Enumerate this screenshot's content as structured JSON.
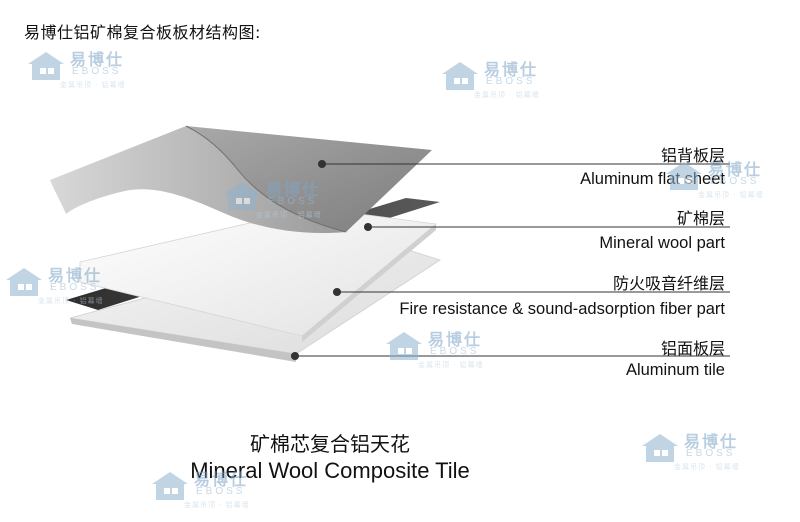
{
  "page_title": "易博仕铝矿棉复合板板材结构图:",
  "layers": [
    {
      "cn": "铝背板层",
      "en": "Aluminum flat sheet"
    },
    {
      "cn": "矿棉层",
      "en": "Mineral wool part"
    },
    {
      "cn": "防火吸音纤维层",
      "en": "Fire resistance & sound-adsorption fiber part"
    },
    {
      "cn": "铝面板层",
      "en": "Aluminum tile"
    }
  ],
  "caption": {
    "cn": "矿棉芯复合铝天花",
    "en": "Mineral Wool Composite Tile"
  },
  "watermark": {
    "cn": "易博仕",
    "en": "EBOSS",
    "sub": "金属吊顶 · 铝幕墙",
    "icon": "house-logo-icon",
    "color": "#7fa7c8"
  },
  "colors": {
    "aluminum_top": "#8e8e8e",
    "aluminum_under": "#c9c9c9",
    "wool": "#f1f1f1",
    "dark_strip": "#3d3d3d",
    "leader": "#333333"
  }
}
